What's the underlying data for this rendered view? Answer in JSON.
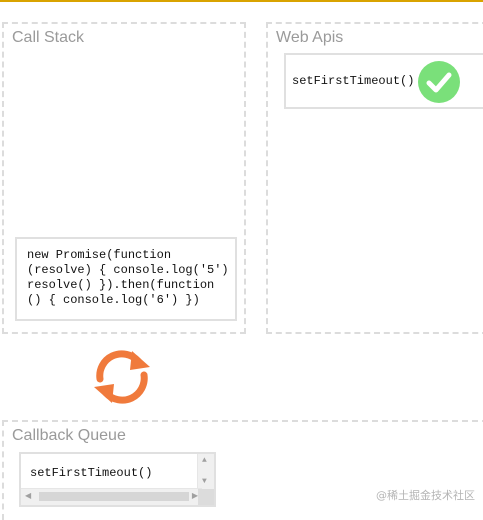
{
  "call_stack": {
    "title": "Call Stack",
    "frame_code": "new Promise(function\n(resolve) { console.log('5')\nresolve() }).then(function\n() { console.log('6') })"
  },
  "web_apis": {
    "title": "Web Apis",
    "task_label": "setFirstTimeout()",
    "status_icon": "check-icon",
    "status_color": "#7ae07a"
  },
  "event_loop": {
    "icon": "refresh-cycle-icon",
    "color": "#f07a3c"
  },
  "callback_queue": {
    "title": "Callback Queue",
    "item_label": "setFirstTimeout()"
  },
  "watermark": "@稀土掘金技术社区"
}
